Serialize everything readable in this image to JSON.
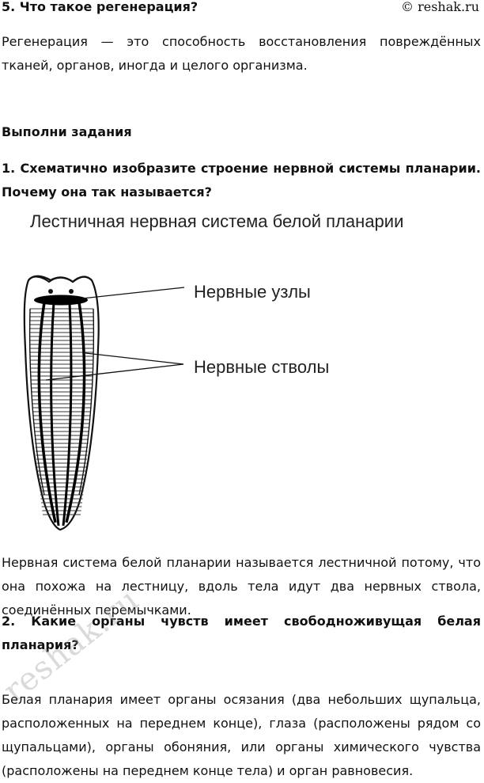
{
  "section5": {
    "question": "5. Что такое регенерация?",
    "answer": "Регенерация — это способность восстановления повреждённых тканей, органов, иногда и целого организма."
  },
  "watermark": "© reshak.ru",
  "watermark_diagonal": "reshak.ru",
  "tasks_heading": "Выполни задания",
  "task1": {
    "question": "1. Схематично изобразите строение нервной системы планарии. Почему она так называется?",
    "figure": {
      "title": "Лестничная нервная система белой планарии",
      "labels": {
        "nodes": "Нервные узлы",
        "trunks": "Нервные стволы"
      }
    },
    "answer": "Нервная система белой планарии называется лестничной потому, что она похожа на лестницу, вдоль тела идут два нервных ствола, соединённых перемычками."
  },
  "task2": {
    "question": "2. Какие органы чувств имеет свободноживущая белая планария?",
    "answer": "Белая планария имеет органы осязания (два небольших щупальца, расположенных на переднем конце), глаза (расположены рядом со щупальцами), органы обоняния, или органы химического чувства (расположены на переднем конце тела) и орган равновесия."
  }
}
